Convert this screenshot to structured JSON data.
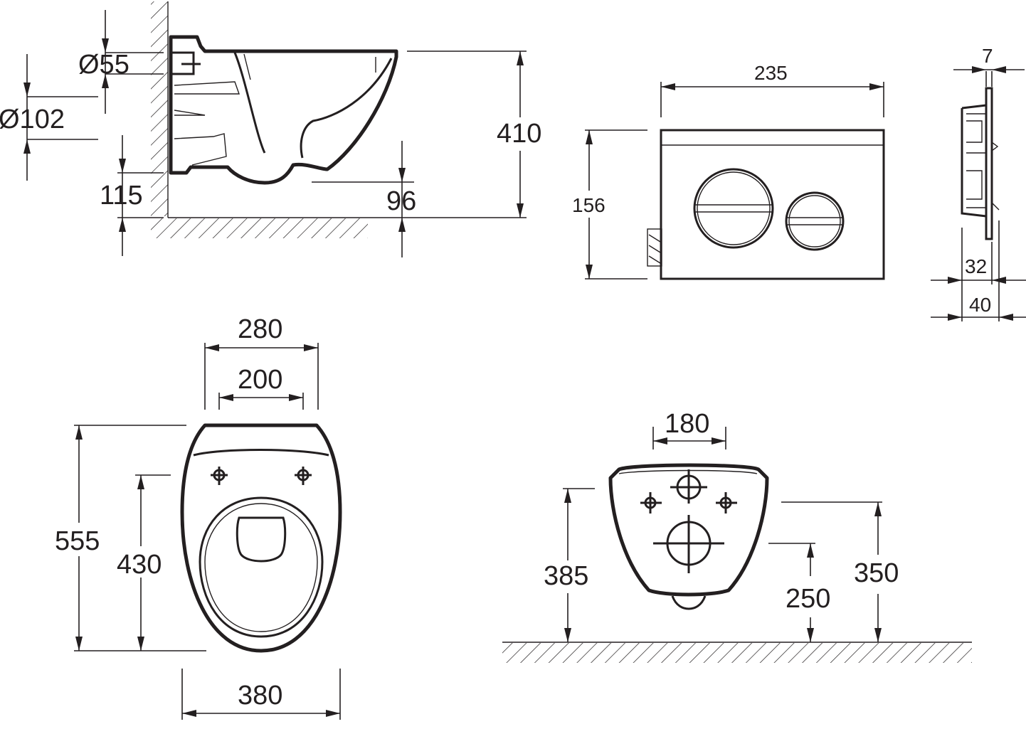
{
  "side_view": {
    "pipe_small_label": "Ø55",
    "pipe_large_label": "Ø102",
    "height_label": "410",
    "inlet_height_label": "115",
    "outlet_height_label": "96"
  },
  "flush_plate_front": {
    "width_label": "235",
    "height_label": "156"
  },
  "flush_plate_side": {
    "thickness_label": "7",
    "depth_min_label": "32",
    "depth_max_label": "40"
  },
  "top_view": {
    "rear_width_label": "280",
    "hole_spacing_label": "200",
    "bowl_width_label": "380",
    "length_label": "555",
    "hole_to_front_label": "430"
  },
  "rear_view": {
    "bolt_spacing_label": "180",
    "bolt_height_label": "385",
    "outlet_height_label": "250",
    "inlet_height_label": "350"
  }
}
